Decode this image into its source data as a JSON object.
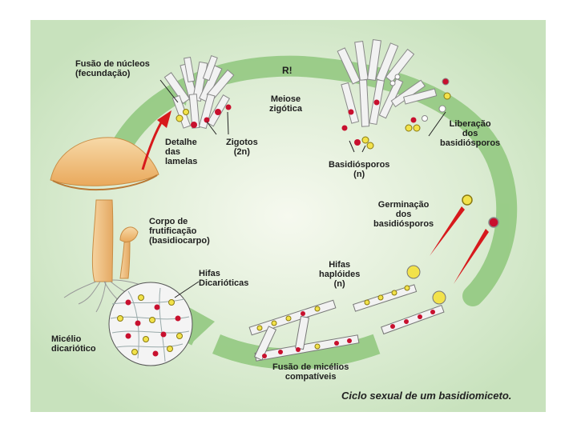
{
  "labels": {
    "fusao_nucleos": "Fusão de núcleos\n(fecundação)",
    "ri": "R!",
    "meiose": "Meiose\nzigótica",
    "detalhe": "Detalhe\ndas\nlamelas",
    "zigotos": "Zigotos\n(2n)",
    "liberacao": "Liberação\ndos\nbasidiósporos",
    "basidiosporos": "Basidiósporos\n(n)",
    "germinacao": "Germinação\ndos\nbasidiósporos",
    "corpo": "Corpo de\nfrutificação\n(basidiocarpo)",
    "hifas_haploides": "Hifas\nhaplóides\n(n)",
    "hifas_dicarioticas": "Hifas\nDicarióticas",
    "micelio": "Micélio\ndicariótico",
    "fusao_micelios": "Fusão de micélios\ncompatíveis"
  },
  "caption": "Ciclo sexual de um basidiomiceto.",
  "colors": {
    "cycle_arrow": "#7fbf6a",
    "nucleus_red": "#c8102e",
    "nucleus_yellow": "#f2e24a",
    "mushroom": "#f3c98c",
    "pointer_red": "#d7191c"
  }
}
